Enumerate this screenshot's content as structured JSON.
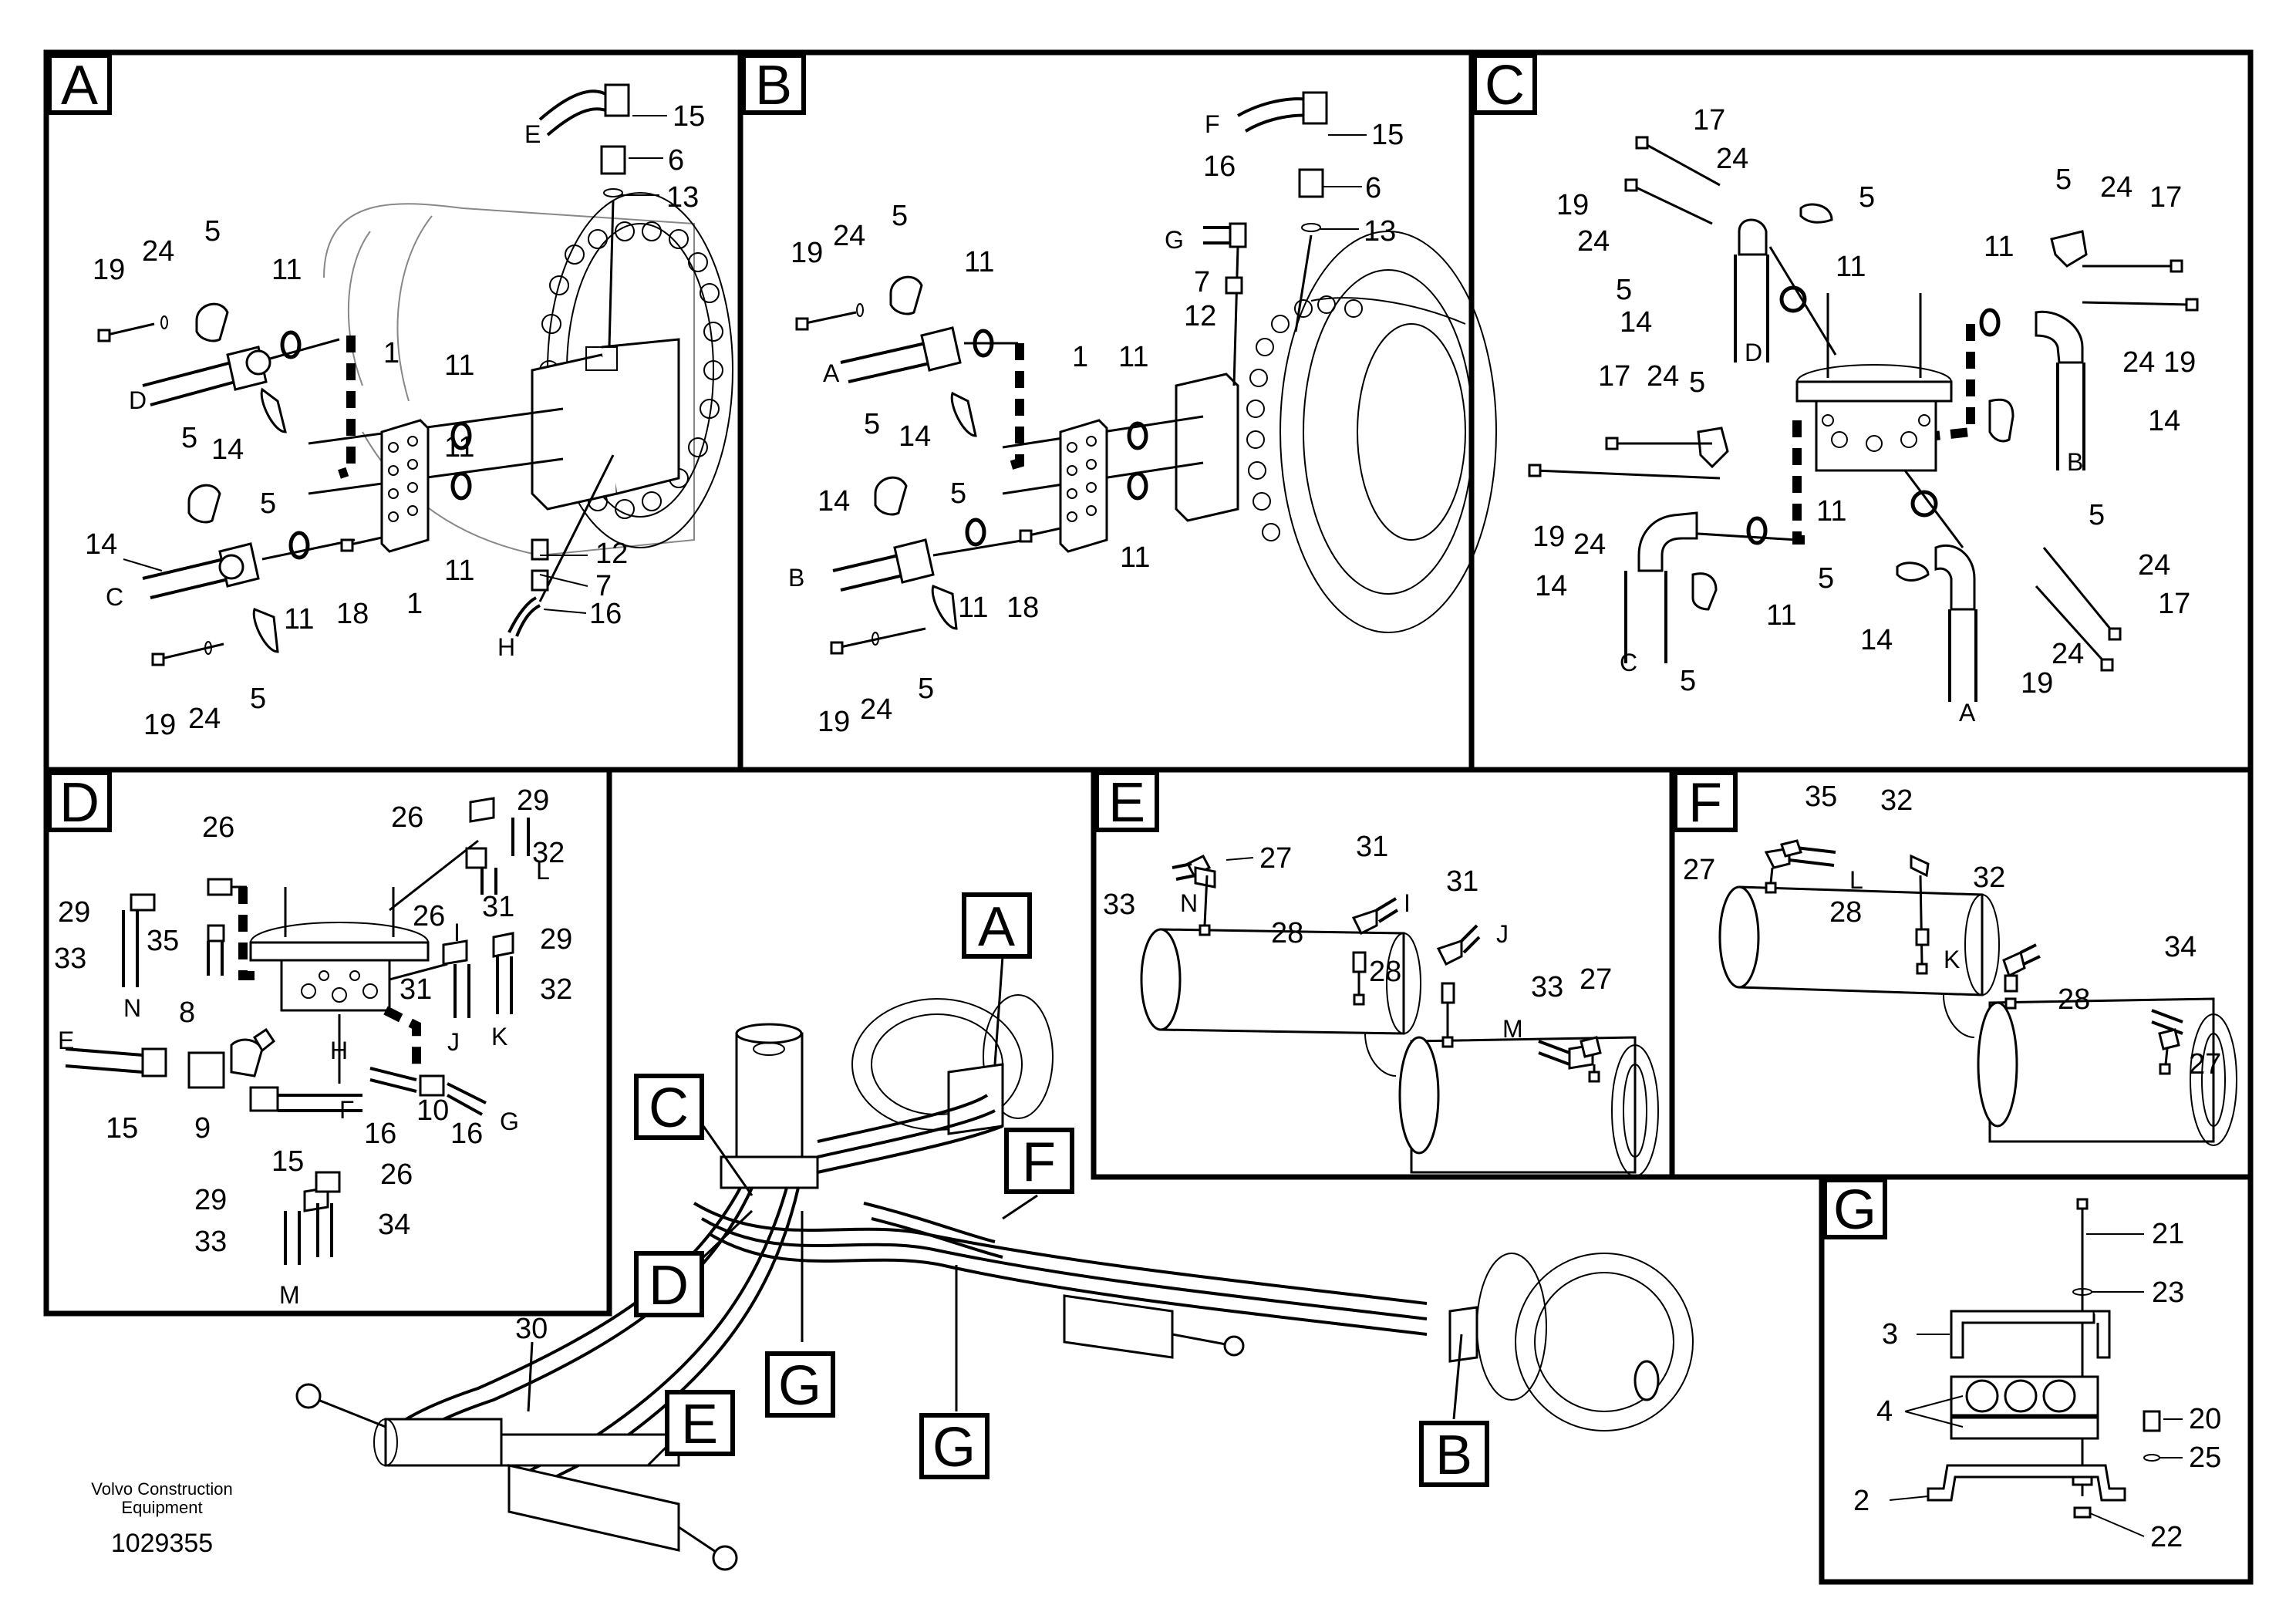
{
  "footer": {
    "maker_line1": "Volvo Construction",
    "maker_line2": "Equipment",
    "drawing_number": "1029355"
  },
  "panels": {
    "A": {
      "tag": "A",
      "numbers": [
        "15",
        "6",
        "13",
        "19",
        "24",
        "5",
        "11",
        "1",
        "11",
        "11",
        "14",
        "5",
        "5",
        "14",
        "11",
        "18",
        "1",
        "11",
        "12",
        "7",
        "16",
        "19",
        "24",
        "5"
      ],
      "letters": [
        "E",
        "D",
        "C",
        "H"
      ]
    },
    "B": {
      "tag": "B",
      "numbers": [
        "15",
        "6",
        "16",
        "13",
        "7",
        "12",
        "19",
        "24",
        "5",
        "11",
        "1",
        "11",
        "5",
        "14",
        "5",
        "14",
        "11",
        "18",
        "11",
        "19",
        "24",
        "5"
      ],
      "letters": [
        "F",
        "G",
        "A",
        "B"
      ]
    },
    "C": {
      "tag": "C",
      "numbers": [
        "17",
        "24",
        "19",
        "24",
        "5",
        "5",
        "11",
        "5",
        "24",
        "17",
        "11",
        "14",
        "24",
        "19",
        "14",
        "17",
        "24",
        "5",
        "19",
        "24",
        "11",
        "14",
        "5",
        "11",
        "5",
        "24",
        "17",
        "14",
        "5",
        "24",
        "19"
      ],
      "letters": [
        "D",
        "B",
        "C",
        "A"
      ]
    },
    "D": {
      "tag": "D",
      "numbers": [
        "26",
        "29",
        "32",
        "26",
        "29",
        "35",
        "31",
        "33",
        "26",
        "29",
        "31",
        "32",
        "8",
        "15",
        "9",
        "15",
        "16",
        "10",
        "16",
        "29",
        "26",
        "33",
        "34"
      ],
      "letters": [
        "L",
        "N",
        "I",
        "J",
        "K",
        "E",
        "H",
        "F",
        "G",
        "M"
      ]
    },
    "E": {
      "tag": "E",
      "numbers": [
        "27",
        "33",
        "31",
        "31",
        "28",
        "28",
        "33",
        "27"
      ],
      "letters": [
        "N",
        "I",
        "J",
        "M"
      ]
    },
    "F": {
      "tag": "F",
      "numbers": [
        "35",
        "32",
        "27",
        "28",
        "32",
        "28",
        "34",
        "27"
      ],
      "letters": [
        "L",
        "K"
      ]
    },
    "G": {
      "tag": "G",
      "numbers": [
        "21",
        "23",
        "3",
        "4",
        "20",
        "25",
        "2",
        "22"
      ]
    },
    "overview": {
      "tags": [
        "A",
        "C",
        "F",
        "D",
        "G",
        "G",
        "E",
        "B"
      ],
      "numbers": [
        "30"
      ]
    }
  }
}
